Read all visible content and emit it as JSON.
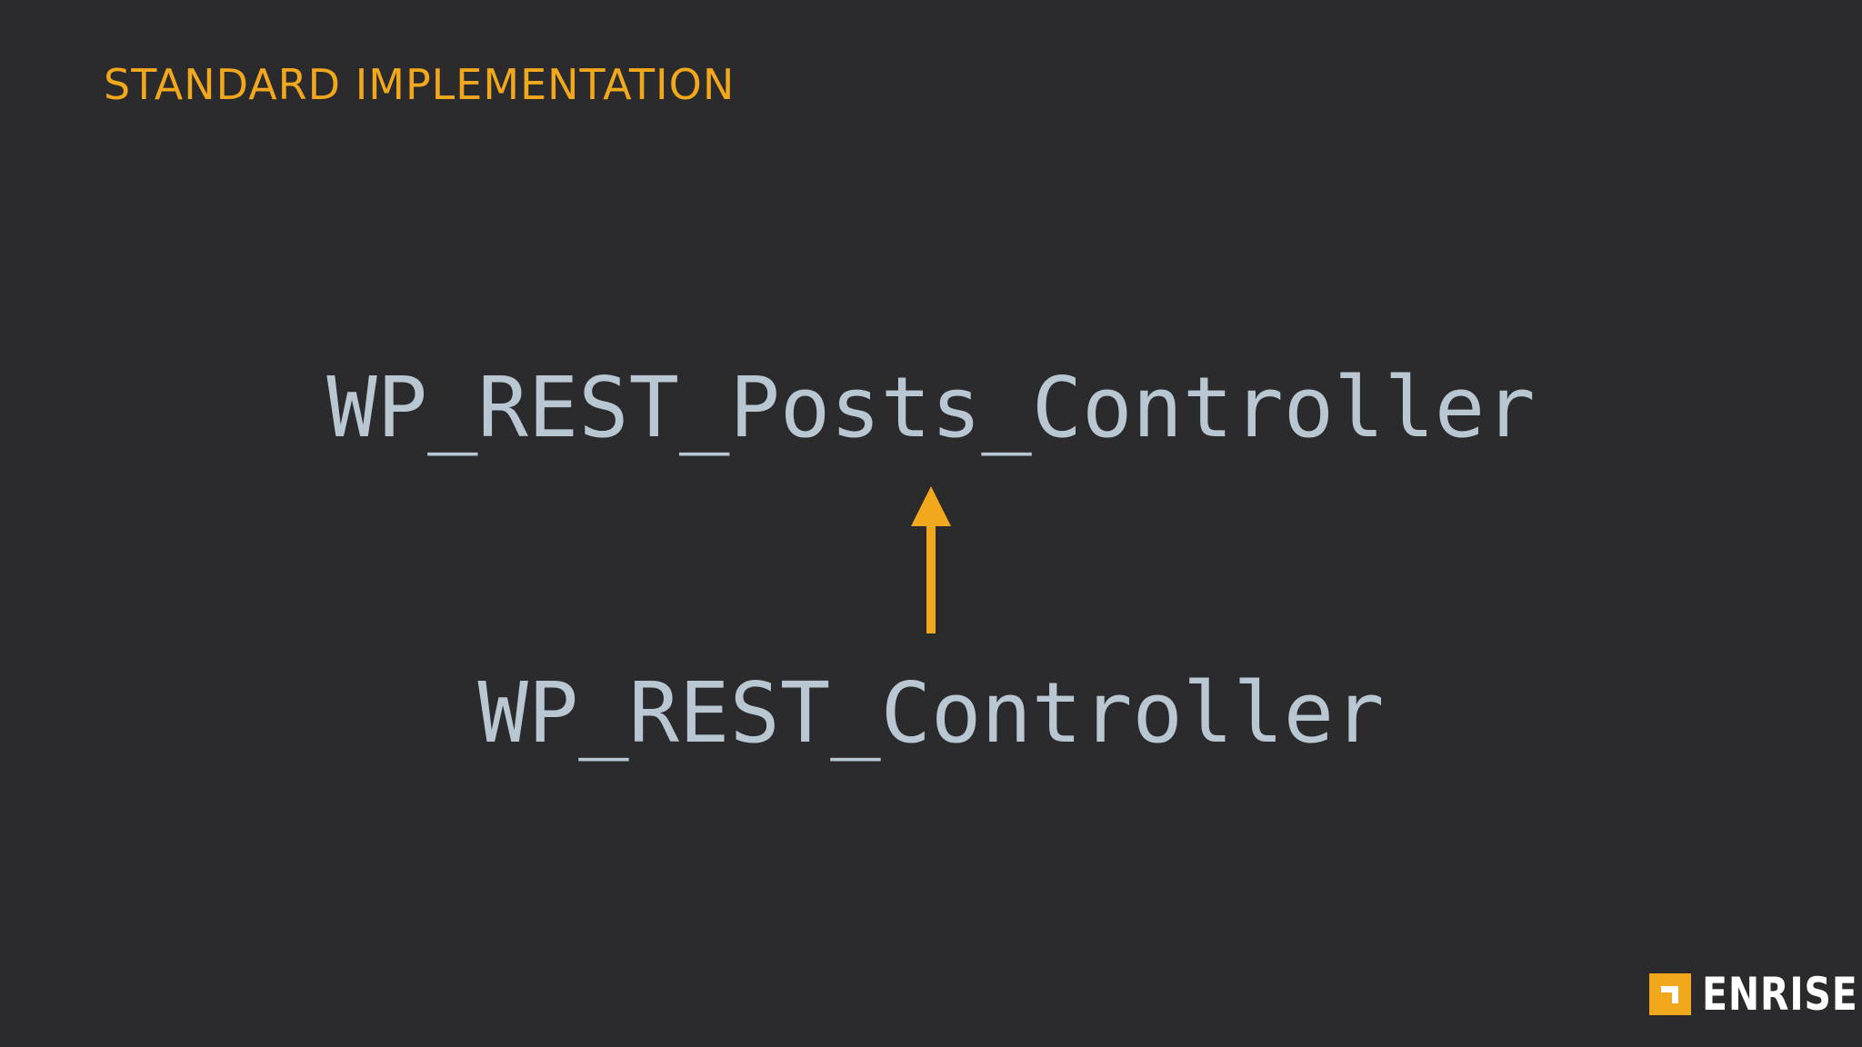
{
  "slide": {
    "title": "STANDARD IMPLEMENTATION"
  },
  "diagram": {
    "parent_class": "WP_REST_Posts_Controller",
    "child_class": "WP_REST_Controller",
    "arrow_color": "#f2a81d",
    "arrow_direction": "up"
  },
  "brand": {
    "name": "ENRISE",
    "accent_color": "#f2a81d"
  }
}
